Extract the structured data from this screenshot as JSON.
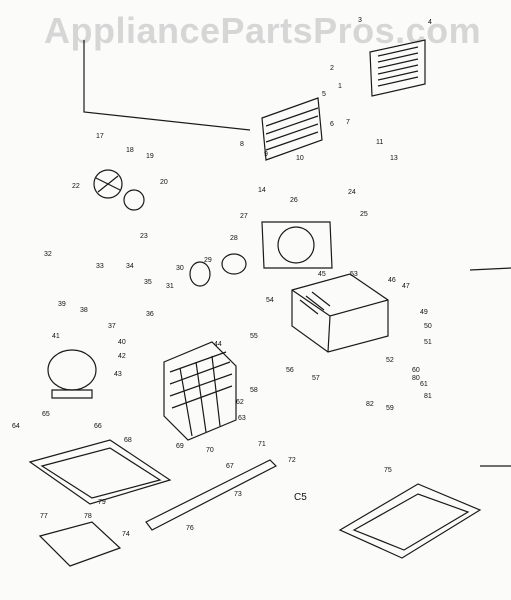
{
  "watermark": "AppliancePartsPros.com",
  "figure_code": "C5",
  "callouts": [
    "1",
    "2",
    "3",
    "4",
    "5",
    "6",
    "7",
    "8",
    "9",
    "10",
    "11",
    "13",
    "14",
    "17",
    "18",
    "19",
    "20",
    "22",
    "23",
    "24",
    "25",
    "26",
    "27",
    "28",
    "29",
    "30",
    "31",
    "32",
    "33",
    "34",
    "35",
    "36",
    "37",
    "38",
    "39",
    "40",
    "41",
    "42",
    "43",
    "44",
    "45",
    "46",
    "47",
    "49",
    "50",
    "51",
    "52",
    "53",
    "54",
    "55",
    "56",
    "57",
    "58",
    "59",
    "60",
    "61",
    "62",
    "63",
    "64",
    "65",
    "66",
    "67",
    "68",
    "69",
    "70",
    "71",
    "72",
    "73",
    "74",
    "75",
    "76",
    "77",
    "78",
    "79",
    "80",
    "81",
    "82"
  ]
}
